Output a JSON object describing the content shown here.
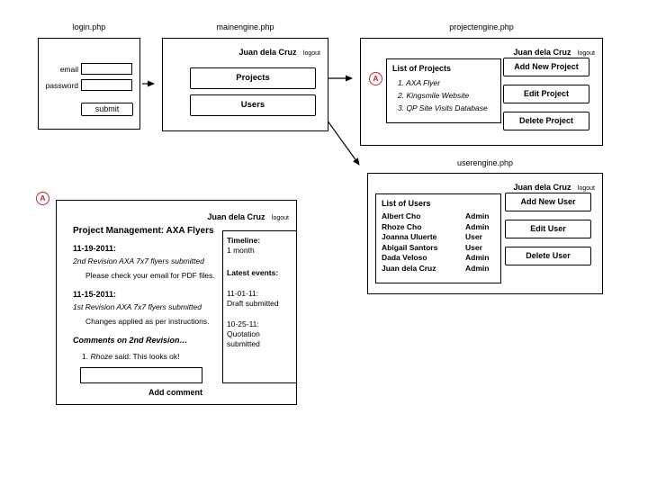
{
  "colors": {
    "marker_red": "#c4262e",
    "line_black": "#000000"
  },
  "login": {
    "page_label": "login.php",
    "email_label": "email",
    "password_label": "password",
    "submit_label": "submit"
  },
  "mainengine": {
    "page_label": "mainengine.php",
    "user_name": "Juan dela Cruz",
    "logout_label": "logout",
    "projects_button": "Projects",
    "users_button": "Users"
  },
  "projectengine": {
    "page_label": "projectengine.php",
    "user_name": "Juan dela Cruz",
    "logout_label": "logout",
    "marker": "A",
    "list_title": "List of Projects",
    "projects": [
      "1. AXA Flyer",
      "2. Kingsmile Website",
      "3. QP Site Visits Database"
    ],
    "buttons": [
      "Add New Project",
      "Edit Project",
      "Delete Project"
    ]
  },
  "userengine": {
    "page_label": "userengine.php",
    "user_name": "Juan dela Cruz",
    "logout_label": "logout",
    "list_title": "List of Users",
    "users": [
      {
        "name": "Albert Cho",
        "role": "Admin"
      },
      {
        "name": "Rhoze Cho",
        "role": "Admin"
      },
      {
        "name": "Joanna Uluerte",
        "role": "User"
      },
      {
        "name": "Abigail Santors",
        "role": "User"
      },
      {
        "name": "Dada Veloso",
        "role": "Admin"
      },
      {
        "name": "Juan dela Cruz",
        "role": "Admin"
      }
    ],
    "buttons": [
      "Add New User",
      "Edit User",
      "Delete User"
    ]
  },
  "project_detail": {
    "marker": "A",
    "user_name": "Juan dela Cruz",
    "logout_label": "logout",
    "title": "Project Management: AXA Flyers",
    "entries": [
      {
        "date": "11-19-2011:",
        "revision": "2nd Revision AXA 7x7 flyers submitted",
        "note": "Please check your email for PDF files."
      },
      {
        "date": "11-15-2011:",
        "revision": "1st Revision AXA 7x7 flyers submitted",
        "note": "Changes applied as per instructions."
      }
    ],
    "comments_heading": "Comments on 2nd Revision…",
    "comment_number": "1. ",
    "comment_author": "Rhoze",
    "comment_rest": " said: This looks ok!",
    "add_comment_label": "Add comment",
    "timeline": {
      "heading": "Timeline:",
      "value": "1 month",
      "events_heading": "Latest events:",
      "events": [
        {
          "date": "11-01-11:",
          "text": "Draft submitted"
        },
        {
          "date": "10-25-11:",
          "text": "Quotation submitted"
        }
      ]
    }
  }
}
